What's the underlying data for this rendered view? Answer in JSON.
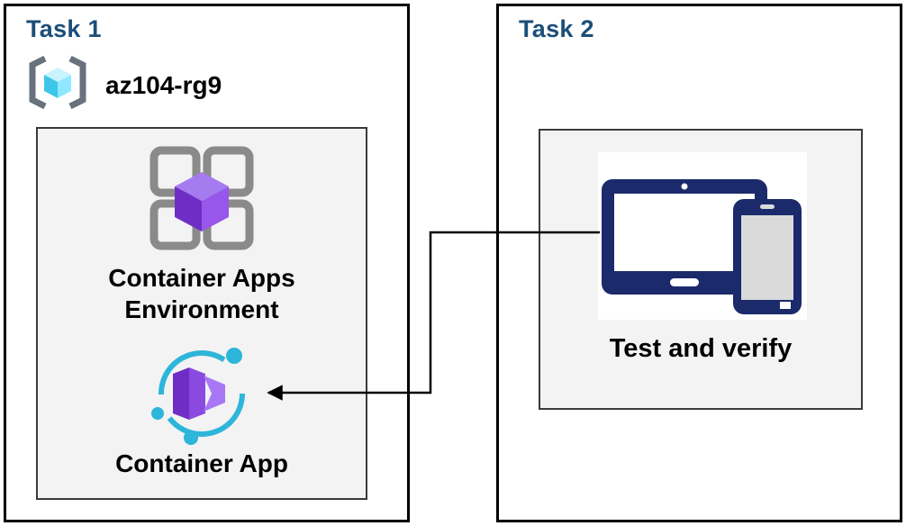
{
  "task1": {
    "title": "Task 1",
    "resource_group_name": "az104-rg9",
    "environment_label": {
      "line1": "Container Apps",
      "line2": "Environment"
    },
    "container_app_label": "Container App"
  },
  "task2": {
    "title": "Task 2",
    "label": "Test and verify"
  },
  "connector": {
    "from": "test-and-verify-panel",
    "to": "container-app-icon",
    "style": "elbow-arrow"
  },
  "colors": {
    "title_text": "#1B4E79",
    "box_border": "#000000",
    "panel_background": "#F3F3F3",
    "panel_border": "#3A3A3A",
    "purple_dark": "#6F2DC6",
    "purple_mid": "#8A4AE0",
    "purple_light": "#A877F5",
    "teal": "#2EB5DA",
    "cyan_cube": "#3DC6E8",
    "navy_device": "#1B2A6B",
    "gray_frame": "#8A8A8A"
  },
  "icons": {
    "resource_group": "azure-resource-group-icon",
    "environment": "container-apps-environment-icon",
    "container_app": "container-app-icon",
    "devices": "test-devices-icon"
  }
}
